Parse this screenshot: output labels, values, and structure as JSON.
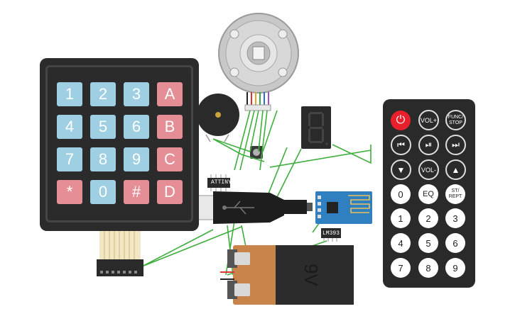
{
  "keypad": {
    "keys": [
      {
        "label": "1",
        "color": "blue"
      },
      {
        "label": "2",
        "color": "blue"
      },
      {
        "label": "3",
        "color": "blue"
      },
      {
        "label": "A",
        "color": "red"
      },
      {
        "label": "4",
        "color": "blue"
      },
      {
        "label": "5",
        "color": "blue"
      },
      {
        "label": "6",
        "color": "blue"
      },
      {
        "label": "B",
        "color": "red"
      },
      {
        "label": "7",
        "color": "blue"
      },
      {
        "label": "8",
        "color": "blue"
      },
      {
        "label": "9",
        "color": "blue"
      },
      {
        "label": "C",
        "color": "red"
      },
      {
        "label": "*",
        "color": "red"
      },
      {
        "label": "0",
        "color": "blue"
      },
      {
        "label": "#",
        "color": "red"
      },
      {
        "label": "D",
        "color": "red"
      }
    ]
  },
  "chips": {
    "attiny": "ATTINY",
    "lm393": "LM393"
  },
  "battery": {
    "label": "9V"
  },
  "remote": {
    "power": "⏻",
    "vol_up": "VOL+",
    "func_stop": [
      "FUNC/",
      "STOP"
    ],
    "prev": "⏮",
    "play_pause": "⏯",
    "next": "⏭",
    "down": "▼",
    "vol_down": "VOL-",
    "up": "▲",
    "zero": "0",
    "eq": "EQ",
    "st_rept": [
      "ST/",
      "REPT"
    ],
    "digits": [
      "1",
      "2",
      "3",
      "4",
      "5",
      "6",
      "7",
      "8",
      "9"
    ]
  },
  "colors": {
    "wire": "#3fae3f",
    "keypad_blue": "#9ecfe3",
    "keypad_red": "#e58e95",
    "remote_power": "#e8202b",
    "battery_orange": "#c9844c",
    "esp_blue": "#2f7fc1"
  }
}
